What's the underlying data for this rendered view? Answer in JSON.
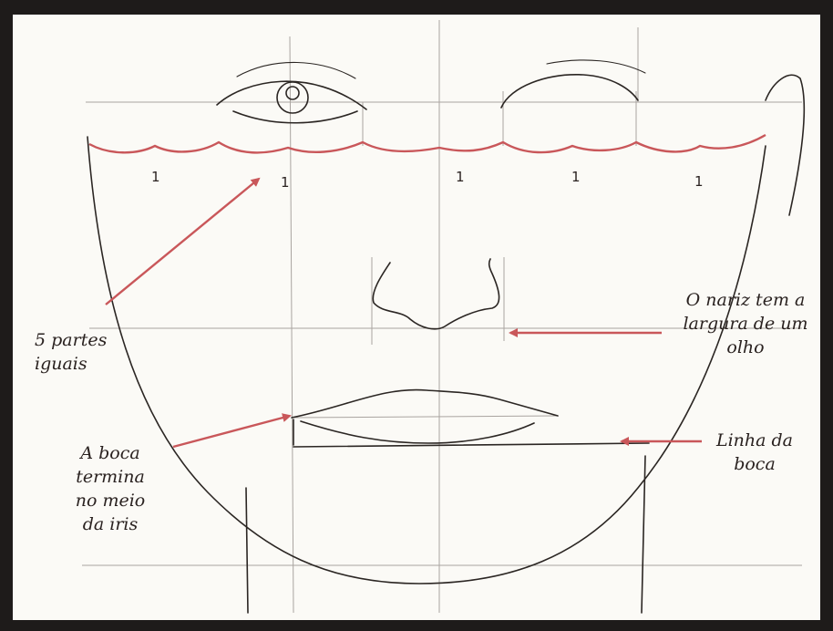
{
  "figure": {
    "segment_labels": [
      "1",
      "1",
      "1",
      "1",
      "1"
    ],
    "annotations": {
      "five_parts": [
        "5 partes",
        "iguais"
      ],
      "nose_width": [
        "O nariz tem a",
        "largura de um",
        "olho"
      ],
      "mouth_end": [
        "A boca",
        "termina",
        "no meio",
        "da iris"
      ],
      "mouth_line": [
        "Linha da",
        "boca"
      ]
    }
  },
  "colors": {
    "frame": "#1e1b1a",
    "paper": "#fbfaf6",
    "pencil": "#2b2623",
    "guide": "#a9a4a0",
    "red_accent": "#c9575a"
  }
}
